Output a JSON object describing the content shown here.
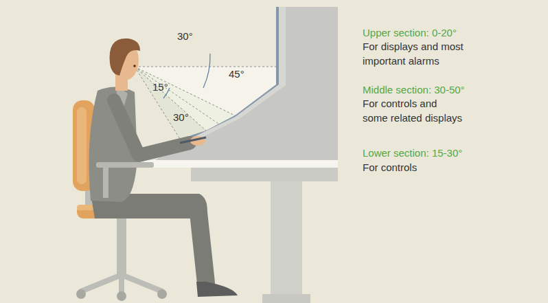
{
  "diagram": {
    "labels": [
      "30°",
      "45°",
      "15°",
      "30°",
      "Upper section: 0-20°",
      "For displays and most important alarms",
      "Middle section: 30-50°",
      "For controls and some related displays",
      "Lower section: 15-30°",
      "For controls"
    ]
  }
}
